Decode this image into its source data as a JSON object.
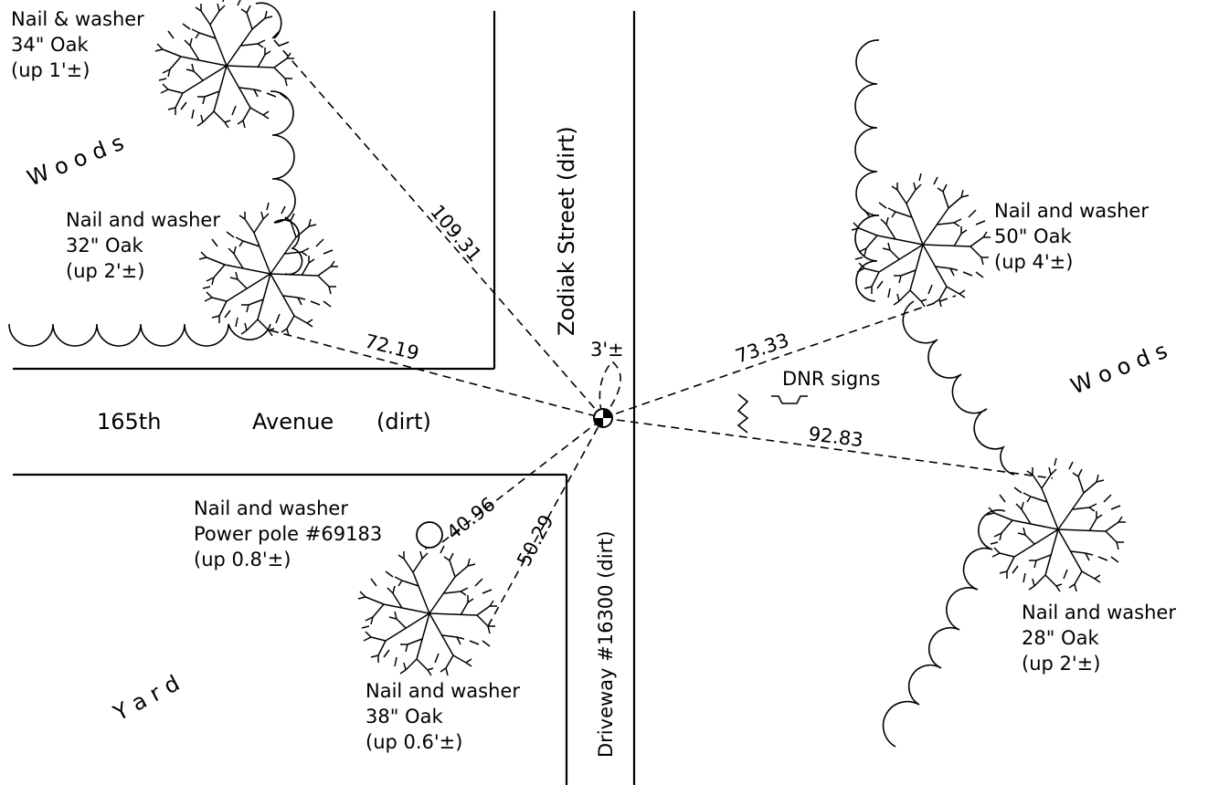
{
  "roads": {
    "avenue": [
      "165th",
      "Avenue",
      "(dirt)"
    ],
    "street": "Zodiak  Street  (dirt)",
    "driveway": "Driveway #16300 (dirt)"
  },
  "areas": {
    "woods_left": "W o o d s",
    "woods_right": "W o o d s",
    "yard": "Y a r d"
  },
  "control_point": {
    "offset_label": "3'±",
    "dnr_label": "DNR signs"
  },
  "ties": [
    {
      "id": "nw-oak-34",
      "distance": "109.31",
      "lines": [
        "Nail & washer",
        "34\" Oak",
        "(up 1'±)"
      ]
    },
    {
      "id": "w-oak-32",
      "distance": "72.19",
      "lines": [
        "Nail and washer",
        "32\" Oak",
        "(up 2'±)"
      ]
    },
    {
      "id": "power-pole",
      "distance": "40.96",
      "lines": [
        "Nail and washer",
        "Power pole #69183",
        "(up 0.8'±)"
      ]
    },
    {
      "id": "sw-oak-38",
      "distance": "50.29",
      "lines": [
        "Nail and washer",
        "38\" Oak",
        "(up 0.6'±)"
      ]
    },
    {
      "id": "ne-oak-50",
      "distance": "73.33",
      "lines": [
        "Nail and washer",
        "50\" Oak",
        "(up 4'±)"
      ]
    },
    {
      "id": "se-oak-28",
      "distance": "92.83",
      "lines": [
        "Nail and washer",
        "28\" Oak",
        "(up 2'±)"
      ]
    }
  ]
}
